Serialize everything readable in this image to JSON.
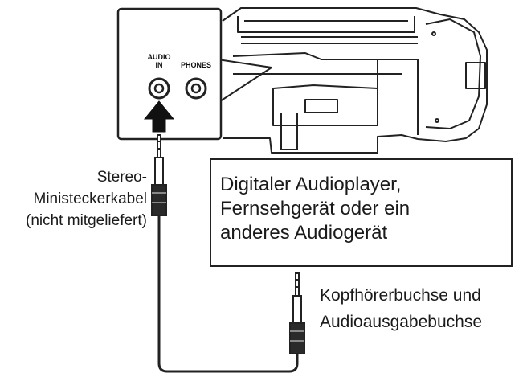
{
  "panel": {
    "audio_in_label": [
      "AUDIO",
      "IN"
    ],
    "phones_label": "PHONES"
  },
  "cable_label": [
    "Stereo-",
    "Ministeckerkabel",
    "(nicht mitgeliefert)"
  ],
  "device_box": [
    "Digitaler Audioplayer,",
    "Fernsehgerät oder ein",
    "anderes Audiogerät"
  ],
  "jack_label": [
    "Kopfhörerbuchse und",
    "Audioausgabebuchse"
  ],
  "colors": {
    "line": "#1a1a1a",
    "fill_dark": "#2a2a2a",
    "fill_light": "#ffffff"
  }
}
